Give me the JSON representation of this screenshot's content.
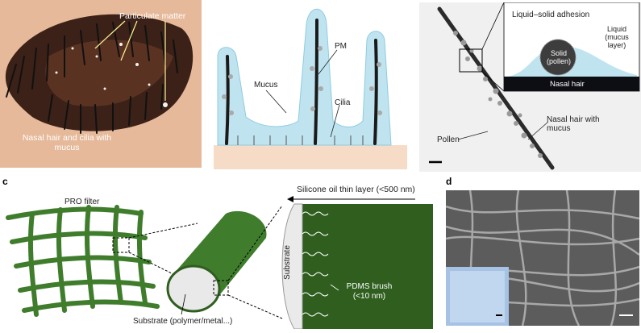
{
  "panel_a": {
    "photo_label_particulate": "Particulate matter",
    "photo_label_nasal": "Nasal hair and cilia with mucus",
    "label_pm": "PM",
    "label_mucus": "Mucus",
    "label_cilia": "Cilia"
  },
  "panel_b": {
    "inset_title": "Liquid–solid adhesion",
    "inset_liquid": "Liquid (mucus layer)",
    "inset_solid": "Solid (pollen)",
    "inset_hair": "Nasal hair",
    "label_pollen": "Pollen",
    "label_nasal_hair": "Nasal hair with mucus"
  },
  "panel_c": {
    "panel_letter": "c",
    "label_pro_filter": "PRO filter",
    "label_silicone": "Silicone oil thin layer (<500 nm)",
    "label_substrate_vertical": "Substrate",
    "label_pdms": "PDMS brush (<10 nm)",
    "label_substrate_bottom": "Substrate (polymer/metal...)"
  },
  "panel_d": {
    "panel_letter": "d"
  },
  "colors": {
    "green_dark": "#2f5e1f",
    "green_mid": "#3f7d2c",
    "mucus_blue": "#bfe4f0",
    "hair_black": "#1a1a1a"
  }
}
